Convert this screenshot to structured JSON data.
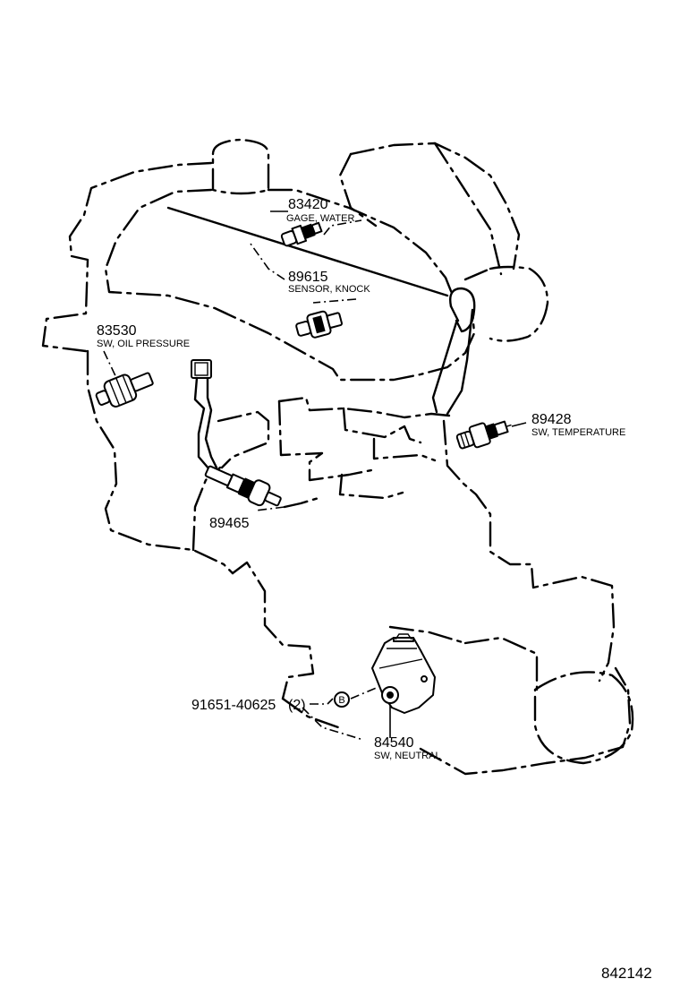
{
  "parts": {
    "p83420": {
      "number": "83420",
      "name": "GAGE, WATER"
    },
    "p89615": {
      "number": "89615",
      "name": "SENSOR, KNOCK"
    },
    "p83530": {
      "number": "83530",
      "name": "SW, OIL PRESSURE"
    },
    "p89428": {
      "number": "89428",
      "name": "SW, TEMPERATURE"
    },
    "p89465": {
      "number": "89465"
    },
    "p84540": {
      "number": "84540",
      "name": "SW, NEUTRAL"
    },
    "bolt": {
      "number": "91651-40625",
      "qty": "(2)",
      "callout": "B"
    }
  },
  "diagram_code": "842142"
}
